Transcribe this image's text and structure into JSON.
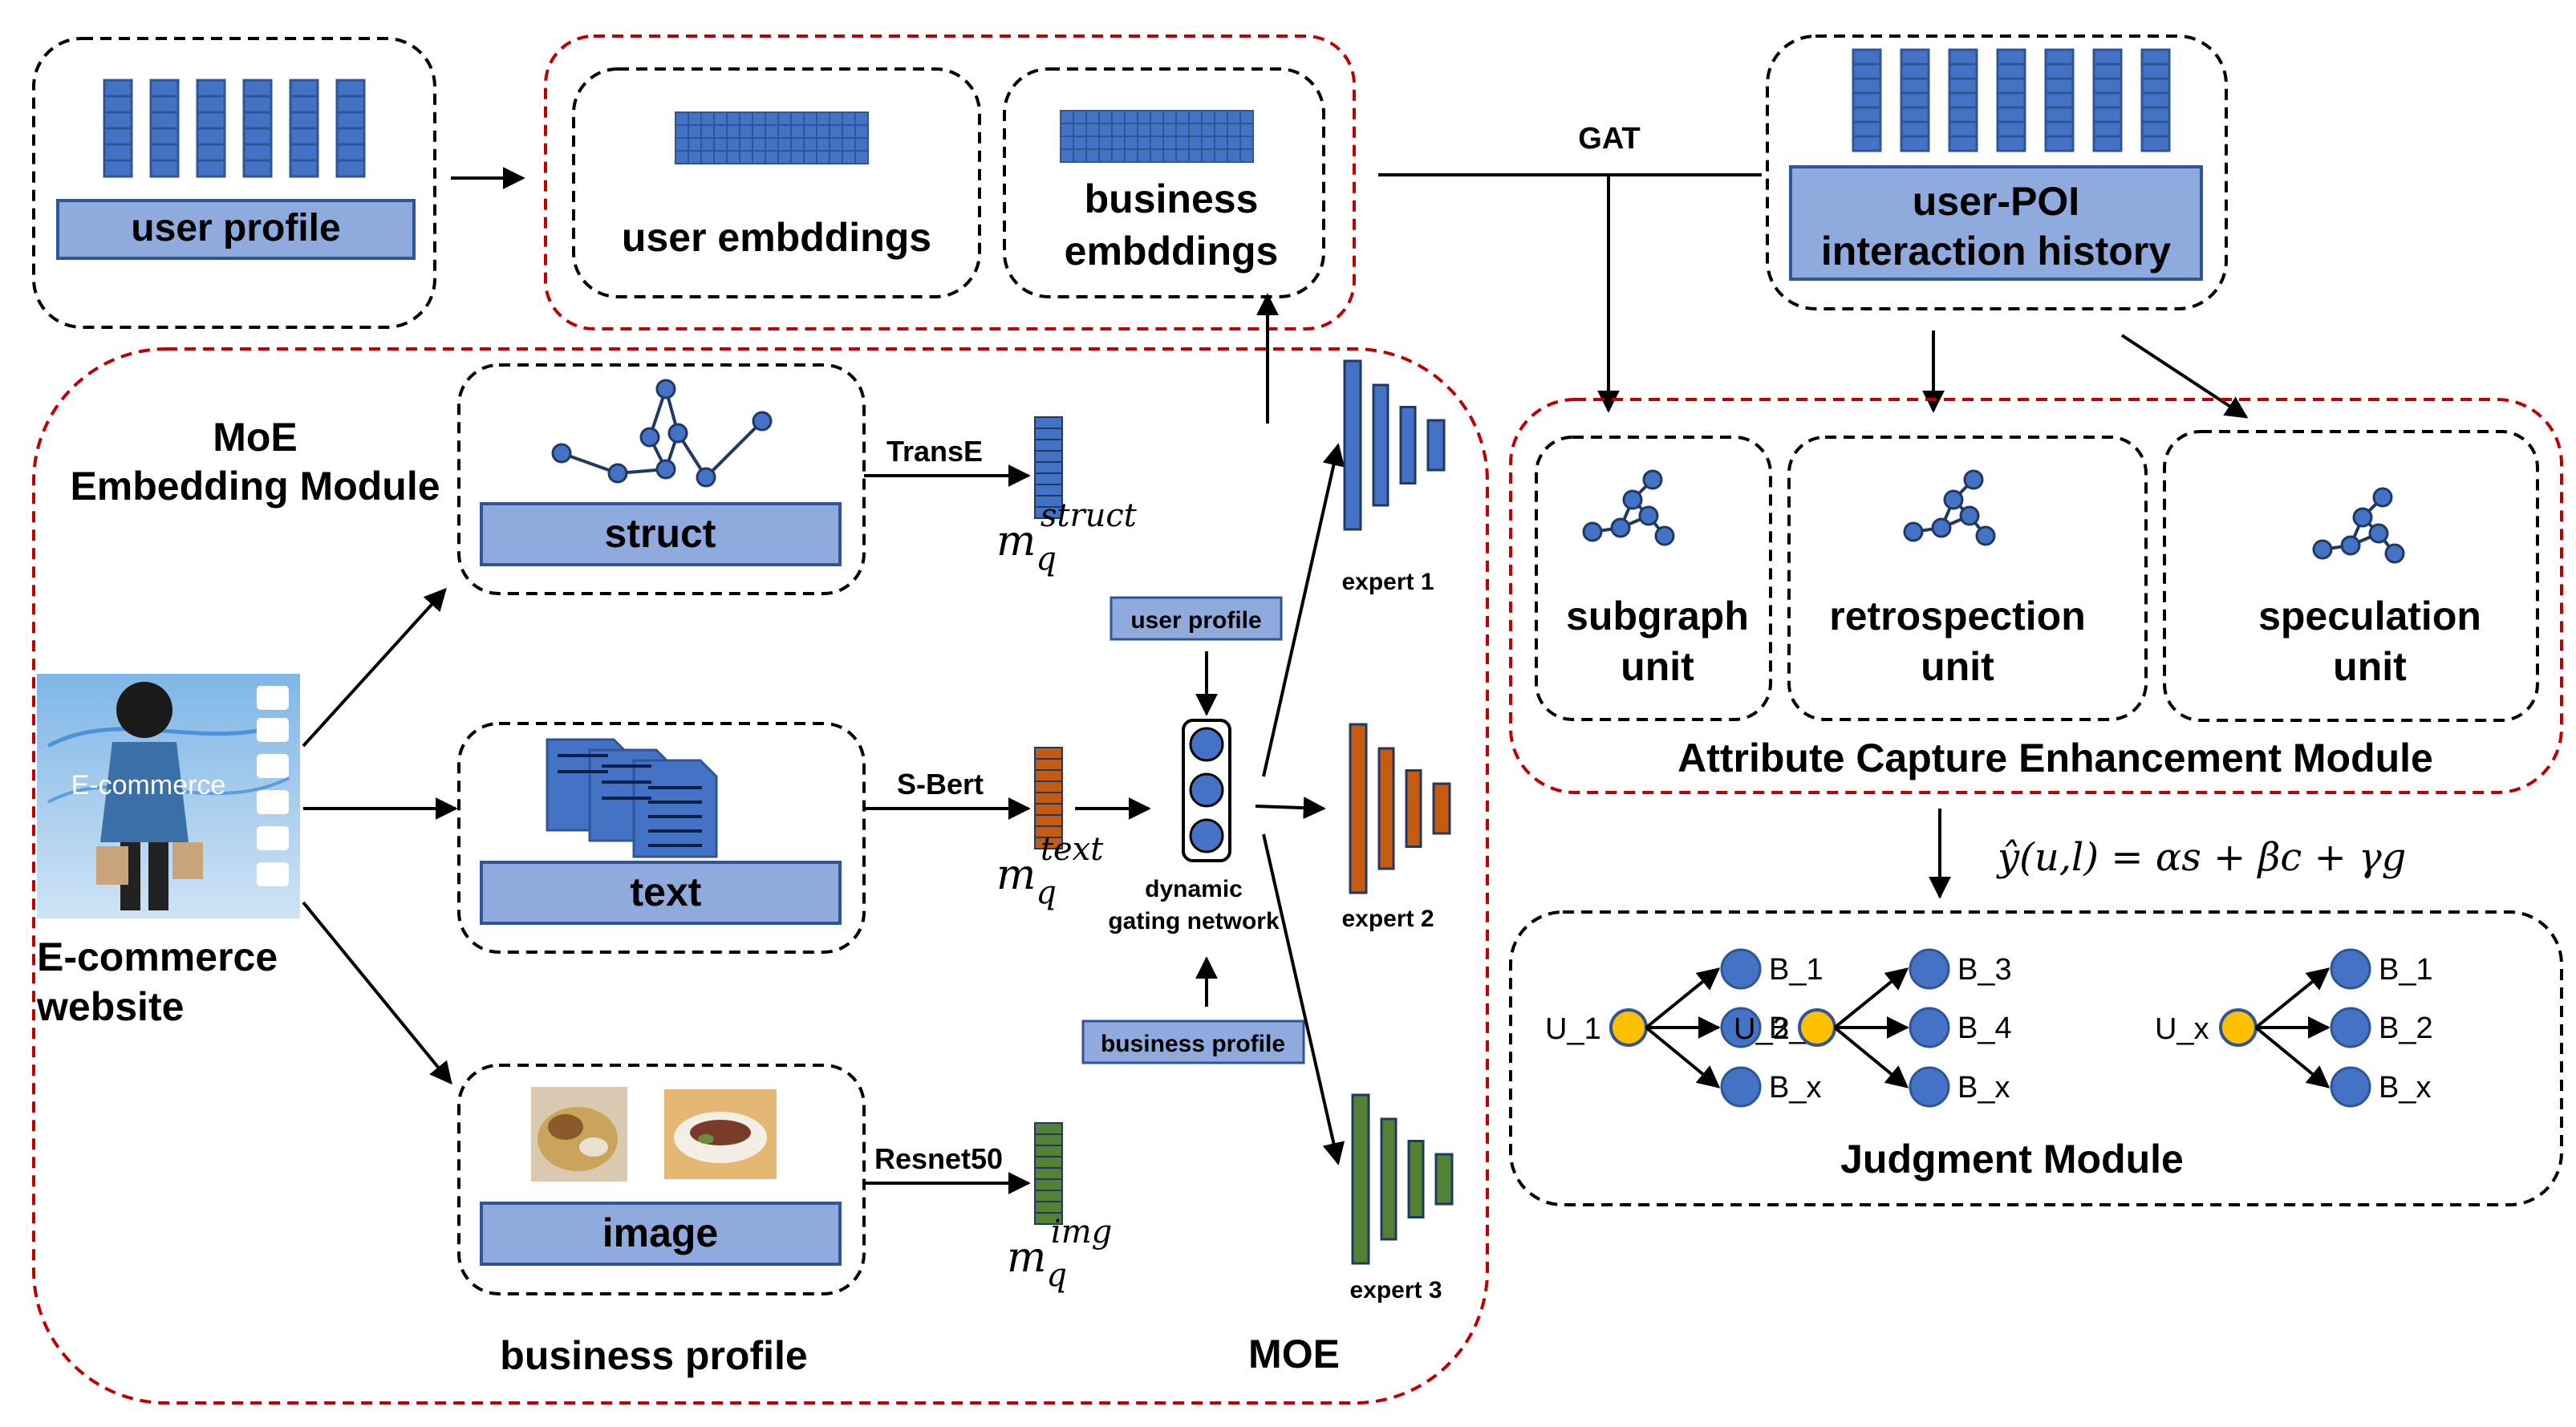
{
  "user_profile_box": {
    "label": "user profile"
  },
  "embeddings_box": {
    "user_label": "user embddings",
    "business_label_line1": "business",
    "business_label_line2": "embddings"
  },
  "gat_label": "GAT",
  "history_box": {
    "line1": "user-POI",
    "line2": "interaction history"
  },
  "moe_module": {
    "title_line1": "MoE",
    "title_line2": "Embedding Module",
    "bottom_label": "MOE"
  },
  "inputs": {
    "struct": "struct",
    "text": "text",
    "image": "image",
    "business_profile_label": "business profile"
  },
  "encoders": {
    "struct": "TransE",
    "text": "S-Bert",
    "image": "Resnet50"
  },
  "vectors": {
    "struct": {
      "base": "m",
      "sub": "q",
      "sup": "struct"
    },
    "text": {
      "base": "m",
      "sub": "q",
      "sup": "text"
    },
    "image": {
      "base": "m",
      "sub": "q",
      "sup": "img"
    }
  },
  "gating": {
    "user_profile": "user profile",
    "business_profile": "business profile",
    "label_line1": "dynamic",
    "label_line2": "gating network"
  },
  "experts": [
    "expert 1",
    "expert 2",
    "expert 3"
  ],
  "ecommerce": {
    "label_line1": "E-commerce",
    "label_line2": "website",
    "image_text": "E-commerce"
  },
  "attribute_module": {
    "title": "Attribute Capture Enhancement Module",
    "units": [
      {
        "line1": "subgraph",
        "line2": "unit"
      },
      {
        "line1": "retrospection",
        "line2": "unit"
      },
      {
        "line1": "speculation",
        "line2": "unit"
      }
    ]
  },
  "formula": "ŷ(u,l) = αs + βc + γg",
  "judgment_module": {
    "title": "Judgment Module",
    "groups": [
      {
        "user": "U_1",
        "items": [
          "B_1",
          "B_2",
          "B_x"
        ]
      },
      {
        "user": "U_2",
        "items": [
          "B_3",
          "B_4",
          "B_x"
        ]
      },
      {
        "user": "U_x",
        "items": [
          "B_1",
          "B_2",
          "B_x"
        ]
      }
    ]
  },
  "colors": {
    "blue_fill": "#4472C4",
    "light_blue": "#8FAADC",
    "orange": "#C55A11",
    "green": "#548235",
    "red_dash": "#C00000",
    "yellow": "#FFC000",
    "dark_blue_stroke": "#2F5597"
  }
}
